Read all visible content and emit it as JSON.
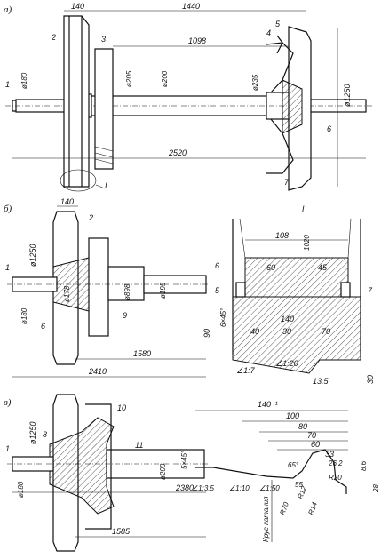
{
  "panels": {
    "a": {
      "label": "а)",
      "dims": [
        "140",
        "1440",
        "1098",
        "ø180",
        "ø205",
        "ø200",
        "ø235",
        "ø1250",
        "2520"
      ],
      "parts": [
        "1",
        "2",
        "3",
        "4",
        "5",
        "6",
        "7",
        "I"
      ]
    },
    "b": {
      "label": "б)",
      "dims": [
        "140",
        "ø1250",
        "ø178",
        "ø180",
        "ø898",
        "ø195",
        "1580",
        "2410"
      ],
      "parts": [
        "1",
        "2",
        "6",
        "9"
      ]
    },
    "c": {
      "label": "в)",
      "dims": [
        "ø1250",
        "ø180",
        "ø200",
        "2380",
        "1585"
      ],
      "parts": [
        "1",
        "8",
        "10",
        "11"
      ]
    },
    "detail": {
      "label": "I",
      "dims": [
        "108",
        "1020",
        "60",
        "45",
        "140",
        "40",
        "30",
        "70",
        "90",
        "30",
        "13.5",
        "6×45°",
        "∠1:7",
        "∠1:20"
      ],
      "parts": [
        "6",
        "5",
        "7"
      ]
    },
    "profile": {
      "dims": [
        "140⁺¹",
        "100",
        "80",
        "70",
        "60",
        "33",
        "26.2",
        "8.6",
        "28",
        "5×45°",
        "∠1:3.5",
        "∠1:10",
        "∠1:50",
        "65°",
        "R20",
        "R70",
        "R12",
        "R14",
        "55",
        "Круг катания"
      ]
    }
  }
}
